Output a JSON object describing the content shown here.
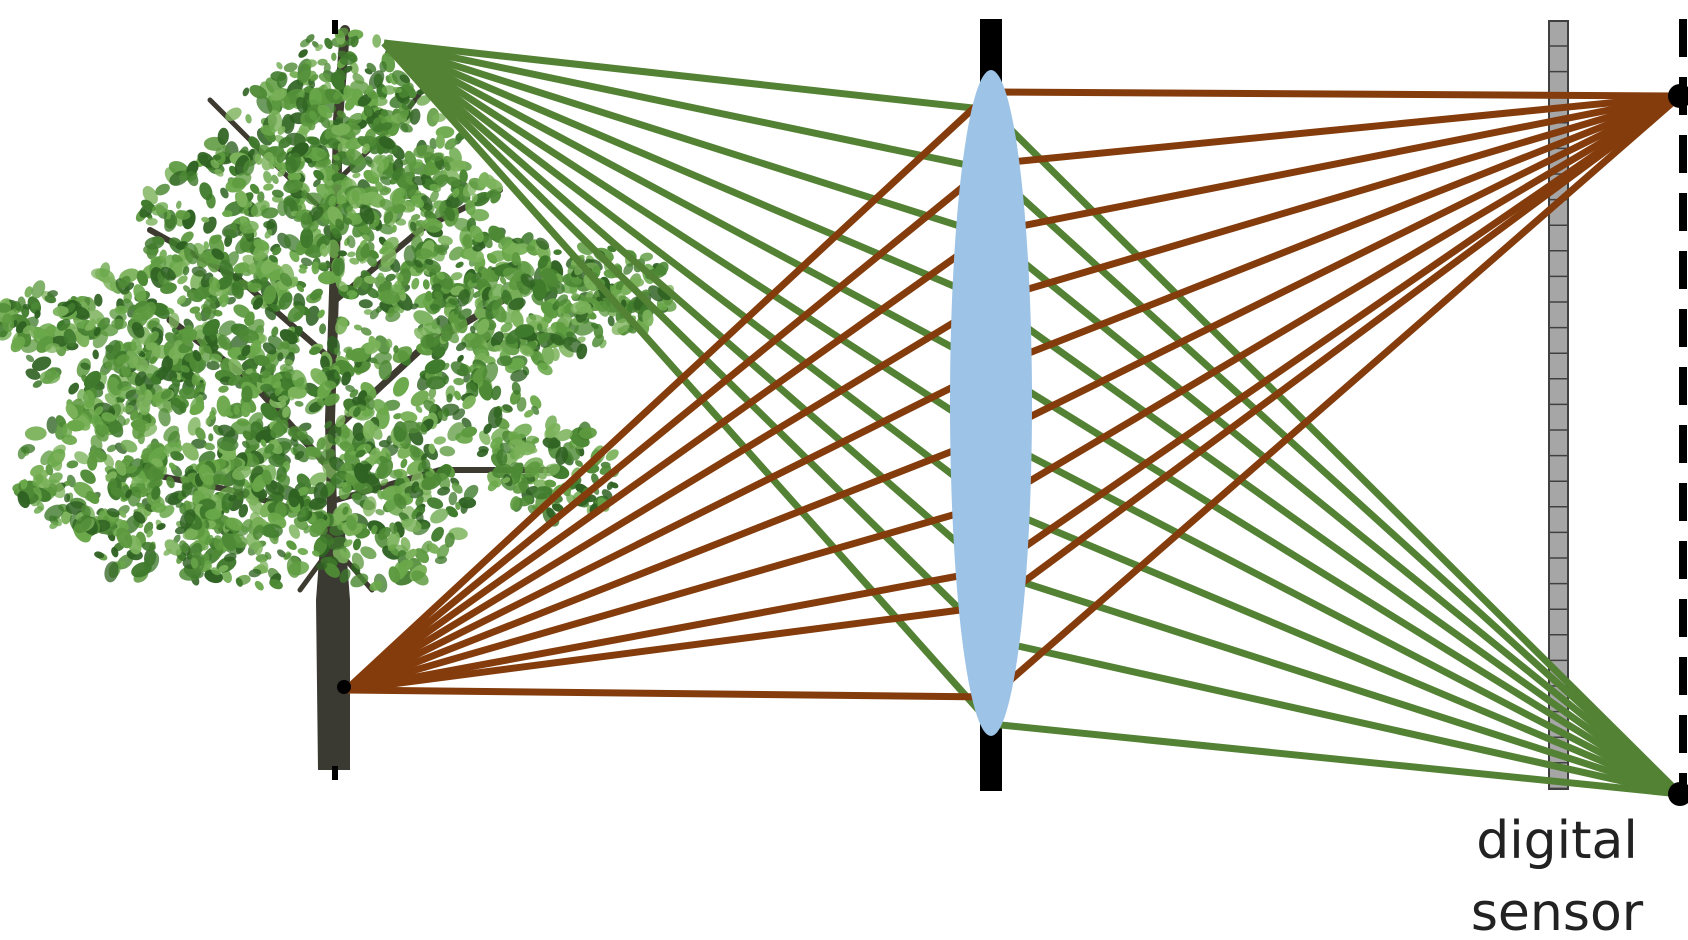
{
  "labels": {
    "sensor_line1": "digital",
    "sensor_line2": "sensor"
  },
  "colors": {
    "top_point_rays": "#548235",
    "bottom_point_rays": "#843c0c",
    "lens": "#9dc3e6",
    "aperture": "#000000",
    "sensor_fill": "#a6a6a6",
    "sensor_stroke": "#404040",
    "tree_foliage": "#4e8a35",
    "tree_trunk": "#3a3a33"
  },
  "icons": {
    "object": "tree-photo",
    "optic": "thin-lens",
    "detector": "pixel-array"
  }
}
